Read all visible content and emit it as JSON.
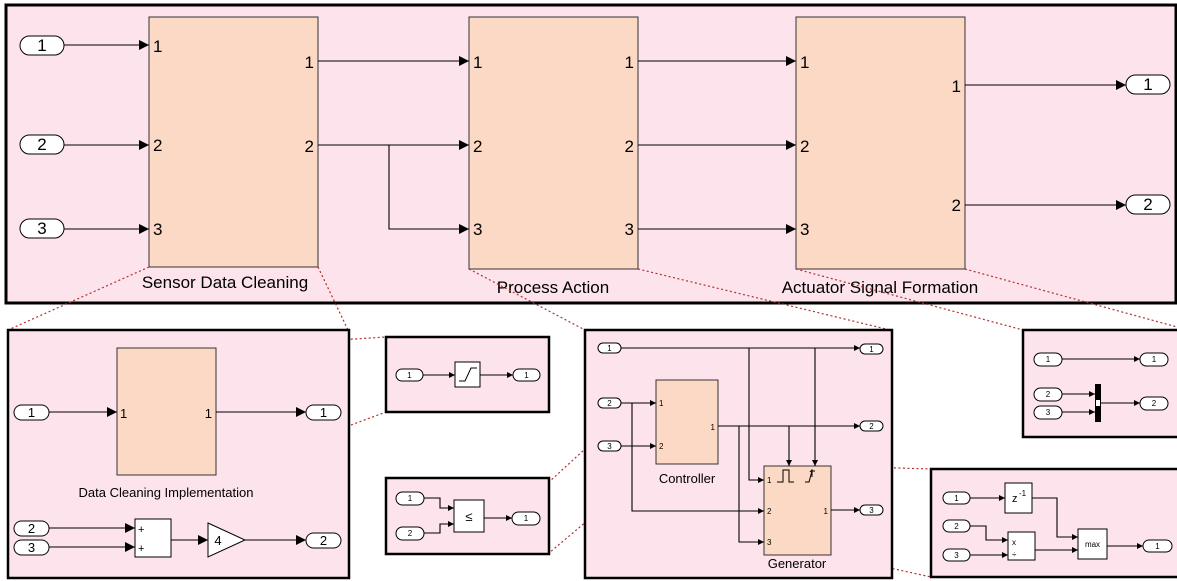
{
  "top": {
    "inports": [
      "1",
      "2",
      "3"
    ],
    "outports": [
      "1",
      "2"
    ],
    "blocks": {
      "sensor": {
        "label": "Sensor Data Cleaning",
        "in": [
          "1",
          "2",
          "3"
        ],
        "out": [
          "1",
          "2"
        ]
      },
      "process": {
        "label": "Process Action",
        "in": [
          "1",
          "2",
          "3"
        ],
        "out": [
          "1",
          "2",
          "3"
        ]
      },
      "actuator": {
        "label": "Actuator Signal Formation",
        "in": [
          "1",
          "2",
          "3"
        ],
        "out": [
          "1",
          "2"
        ]
      }
    }
  },
  "sensor_detail": {
    "inports": [
      "1",
      "2",
      "3"
    ],
    "outports": [
      "1",
      "2"
    ],
    "block_label": "Data Cleaning Implementation",
    "block_in": "1",
    "block_out": "1",
    "sum_signs": [
      "+",
      "+"
    ],
    "gain": "4"
  },
  "saturation_detail": {
    "inport": "1",
    "outport": "1"
  },
  "compare_detail": {
    "inports": [
      "1",
      "2"
    ],
    "operator": "≤",
    "outport": "1"
  },
  "process_detail": {
    "inports": [
      "1",
      "2",
      "3"
    ],
    "outports": [
      "1",
      "2",
      "3"
    ],
    "controller": {
      "label": "Controller",
      "in": [
        "1",
        "2"
      ],
      "out": "1"
    },
    "generator": {
      "label": "Generator",
      "in": [
        "1",
        "2",
        "3"
      ],
      "out": "1"
    }
  },
  "actuator_detail": {
    "inports": [
      "1",
      "2",
      "3"
    ],
    "outports": [
      "1",
      "2"
    ]
  },
  "generator_detail": {
    "inports": [
      "1",
      "2",
      "3"
    ],
    "delay_label": "z",
    "delay_exp": "-1",
    "product_signs": [
      "x",
      "÷"
    ],
    "max_label": "max",
    "outport": "1"
  }
}
